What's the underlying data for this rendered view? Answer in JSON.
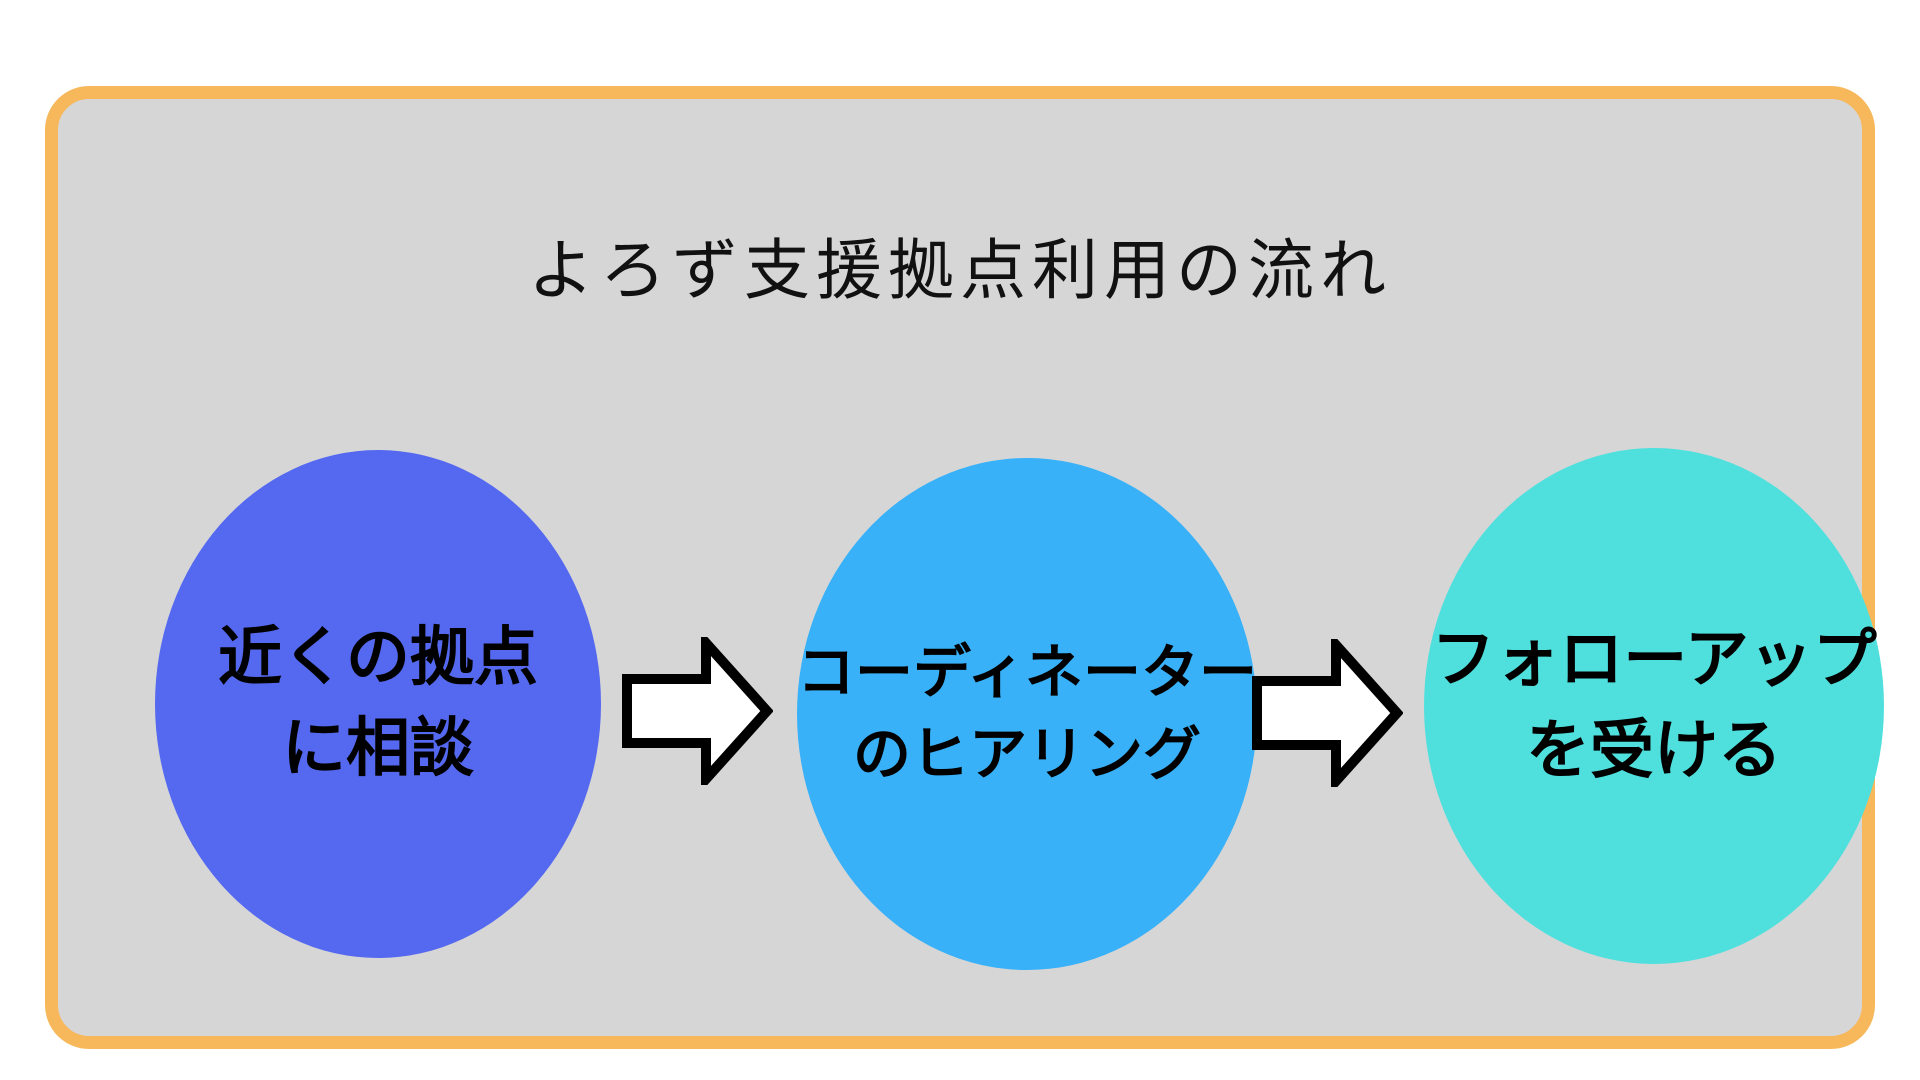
{
  "title": "よろず支援拠点利用の流れ",
  "colors": {
    "page_bg": "#ffffff",
    "panel_bg": "#d6d6d6",
    "panel_border": "#f7b85c",
    "step1_fill": "#5569f0",
    "step2_fill": "#38b1f8",
    "step3_fill": "#4fe0de",
    "arrow_fill": "#ffffff",
    "arrow_outline": "#000000",
    "text": "#000000"
  },
  "flow": {
    "connector": "right-block-arrow",
    "steps": [
      {
        "lines": [
          "近くの拠点",
          "に相談"
        ]
      },
      {
        "lines": [
          "コーディネーター",
          "のヒアリング"
        ]
      },
      {
        "lines": [
          "フォローアップ",
          "を受ける"
        ]
      }
    ]
  }
}
